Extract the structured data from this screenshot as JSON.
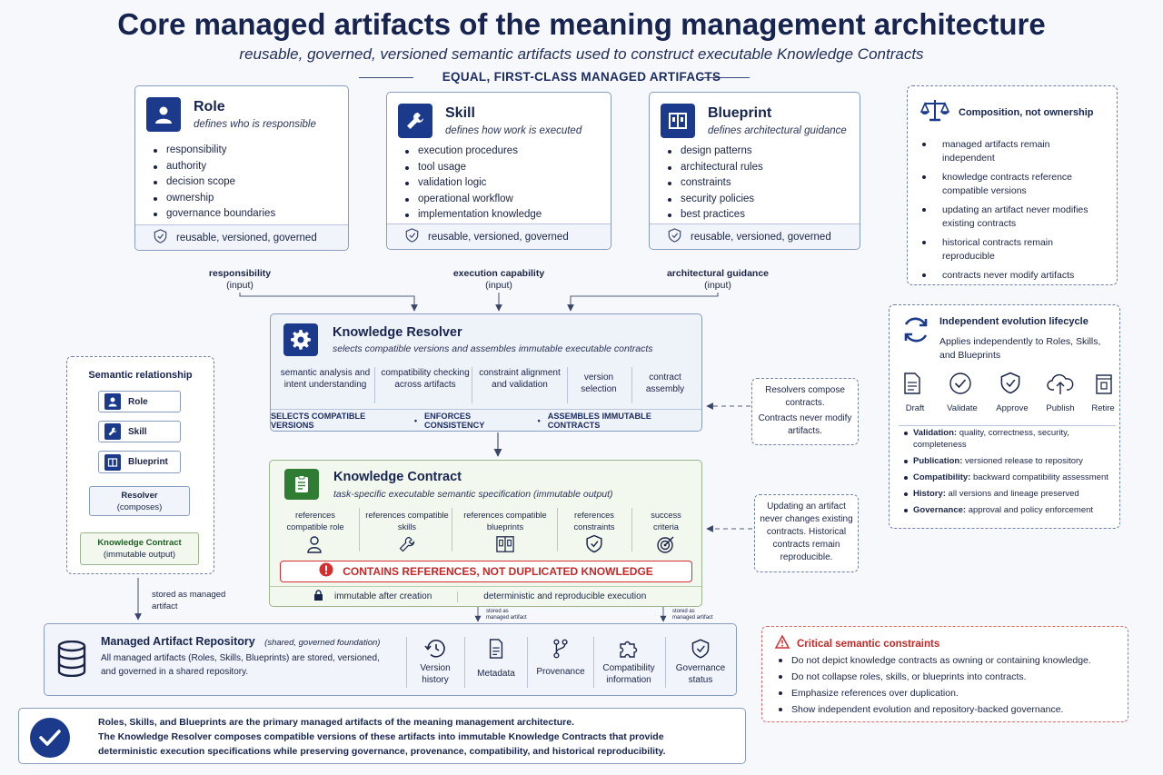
{
  "title": "Core managed artifacts of the meaning management architecture",
  "subtitle": "reusable, governed, versioned semantic artifacts used to construct executable Knowledge Contracts",
  "section_label": "EQUAL, FIRST-CLASS MANAGED ARTIFACTS",
  "artifacts": [
    {
      "name": "Role",
      "tagline": "defines who is responsible",
      "items": [
        "responsibility",
        "authority",
        "decision scope",
        "ownership",
        "governance boundaries"
      ],
      "footer": "reusable, versioned, governed",
      "flow_label": "responsibility",
      "flow_sub": "(input)",
      "icon": "person-icon"
    },
    {
      "name": "Skill",
      "tagline": "defines how work is executed",
      "items": [
        "execution procedures",
        "tool usage",
        "validation logic",
        "operational workflow",
        "implementation knowledge"
      ],
      "footer": "reusable, versioned, governed",
      "flow_label": "execution capability",
      "flow_sub": "(input)",
      "icon": "wrench-icon"
    },
    {
      "name": "Blueprint",
      "tagline": "defines architectural guidance",
      "items": [
        "design patterns",
        "architectural rules",
        "constraints",
        "security policies",
        "best practices"
      ],
      "footer": "reusable, versioned, governed",
      "flow_label": "architectural guidance",
      "flow_sub": "(input)",
      "icon": "blueprint-icon"
    }
  ],
  "composition": {
    "title": "Composition, not ownership",
    "items": [
      "managed artifacts remain independent",
      "knowledge contracts reference compatible versions",
      "updating an artifact never modifies existing contracts",
      "historical contracts remain reproducible",
      "contracts never modify artifacts"
    ]
  },
  "resolver": {
    "title": "Knowledge Resolver",
    "subtitle": "selects compatible versions and assembles immutable executable contracts",
    "columns": [
      "semantic analysis and intent understanding",
      "compatibility checking across artifacts",
      "constraint alignment and validation",
      "version selection",
      "contract assembly"
    ],
    "footer_items": [
      "SELECTS COMPATIBLE VERSIONS",
      "ENFORCES CONSISTENCY",
      "ASSEMBLES IMMUTABLE CONTRACTS"
    ],
    "note": [
      "Resolvers compose contracts.",
      "Contracts never modify artifacts."
    ]
  },
  "contract": {
    "title": "Knowledge Contract",
    "subtitle": "task-specific executable semantic specification (immutable output)",
    "columns": [
      "references compatible role",
      "references compatible skills",
      "references compatible blueprints",
      "references constraints",
      "success criteria"
    ],
    "warning": "CONTAINS REFERENCES, NOT DUPLICATED KNOWLEDGE",
    "footer_left": "immutable after creation",
    "footer_right": "deterministic and reproducible execution",
    "stored_label": "stored as managed artifact",
    "note": "Updating an artifact never changes existing contracts. Historical contracts remain reproducible."
  },
  "semantic": {
    "title": "Semantic relationship",
    "items": [
      "Role",
      "Skill",
      "Blueprint"
    ],
    "resolver": "Resolver",
    "resolver_sub": "(composes)",
    "contract": "Knowledge Contract",
    "contract_sub": "(immutable output)",
    "stored": "stored as managed artifact"
  },
  "lifecycle": {
    "title": "Independent evolution lifecycle",
    "subtitle": "Applies independently to Roles, Skills, and Blueprints",
    "stages": [
      "Draft",
      "Validate",
      "Approve",
      "Publish",
      "Retire"
    ],
    "details": [
      {
        "k": "Validation:",
        "v": "quality, correctness, security, completeness"
      },
      {
        "k": "Publication:",
        "v": "versioned release to repository"
      },
      {
        "k": "Compatibility:",
        "v": "backward compatibility assessment"
      },
      {
        "k": "History:",
        "v": "all versions and lineage preserved"
      },
      {
        "k": "Governance:",
        "v": "approval and policy enforcement"
      }
    ]
  },
  "repository": {
    "title": "Managed Artifact Repository",
    "title_note": "(shared, governed foundation)",
    "desc": "All managed artifacts (Roles, Skills, Blueprints) are stored, versioned, and governed in a shared repository.",
    "features": [
      "Version history",
      "Metadata",
      "Provenance",
      "Compatibility information",
      "Governance status"
    ]
  },
  "critical": {
    "title": "Critical semantic constraints",
    "items": [
      "Do not depict knowledge contracts as owning or containing knowledge.",
      "Do not collapse roles, skills, or blueprints into contracts.",
      "Emphasize references over duplication.",
      "Show independent evolution and repository-backed governance."
    ]
  },
  "summary": {
    "line1": "Roles, Skills, and Blueprints are the primary managed artifacts of the meaning management architecture.",
    "line2": "The Knowledge Resolver composes compatible versions of these artifacts into immutable Knowledge Contracts that provide",
    "line3": "deterministic execution specifications while preserving governance, provenance, compatibility, and historical reproducibility."
  },
  "colors": {
    "navy": "#1b3a8c",
    "green": "#2e7d32",
    "red": "#d32f2f",
    "contract_bg": "#f3f8ee"
  }
}
